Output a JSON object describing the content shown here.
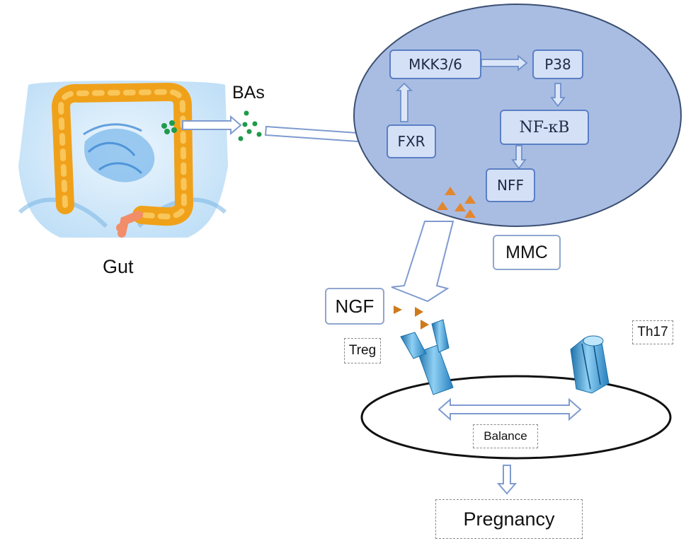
{
  "labels": {
    "gut": "Gut",
    "bas": "BAs",
    "mmc": "MMC",
    "ngf": "NGF",
    "treg": "Treg",
    "th17": "Th17",
    "balance": "Balance",
    "pregnancy": "Pregnancy"
  },
  "pathway": {
    "mkk": "MKK3/6",
    "p38": "P38",
    "nfkb": "NF-κB",
    "fxr": "FXR",
    "nff": "NFF"
  },
  "colors": {
    "cell_fill": "#a9bde3",
    "cell_stroke": "#3c4f73",
    "node_fill": "#d3e0f6",
    "node_stroke": "#5b7fc4",
    "arrow_stroke": "#7f9bd0",
    "bile_acid_dots": "#1f9a4a",
    "ngf_triangles": "#e4862e",
    "colon": "#f2a31a",
    "receptor": "#2f8fc8"
  }
}
